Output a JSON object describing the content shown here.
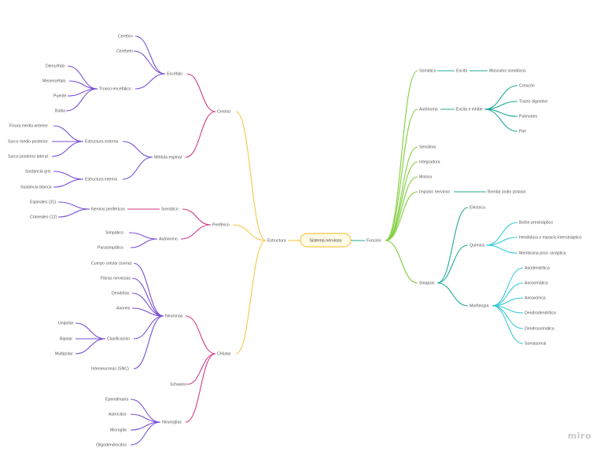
{
  "watermark": "miro",
  "colors": {
    "yellow": "#f2c84b",
    "magenta": "#cf3b8f",
    "purple": "#7a4fd6",
    "green": "#7fcf3a",
    "teal": "#22a99a",
    "cyan": "#38c9d6"
  },
  "map": {
    "root": "Sistema nervioso",
    "estructura": {
      "label": "Estructura",
      "central": {
        "label": "Central",
        "encefalo": {
          "label": "Encéfalo",
          "items": [
            "Cerebro",
            "Cerebelo"
          ],
          "tronco": {
            "label": "Tronco encefálico",
            "items": [
              "Diencéfalo",
              "Mesencéfalo",
              "Puente",
              "Bulbo"
            ]
          }
        },
        "medula": {
          "label": "Médula espinal",
          "externa": {
            "label": "Estructura externa",
            "items": [
              "Fisura media anterior",
              "Surco medio posterior",
              "Surco posterior lateral"
            ]
          },
          "interna": {
            "label": "Estructura interna",
            "items": [
              "Sustancia gris",
              "Sustancia blanca"
            ]
          }
        }
      },
      "periferico": {
        "label": "Periférico",
        "somatico": {
          "label": "Somático",
          "nervios": {
            "label": "Nervios periféricos",
            "items": [
              "Espinales (31)",
              "Craneales (12)"
            ]
          }
        },
        "autonomo": {
          "label": "Autónomo",
          "items": [
            "Simpático",
            "Parasimpático"
          ]
        }
      },
      "celulas": {
        "label": "Células",
        "neuronas": {
          "label": "Neuronas",
          "items": [
            "Cuerpo celular (soma)",
            "Fibras nerviosas",
            "Dendritas",
            "Axones"
          ],
          "clasificacion": {
            "label": "Clasificación",
            "items": [
              "Unipolar",
              "Bipolar",
              "Multipolar"
            ]
          },
          "extra": "Interneuronas (SNC)"
        },
        "schwann": "Schwann",
        "neuroglias": {
          "label": "Neuroglias",
          "items": [
            "Ependimaria",
            "Astrocitos",
            "Microglia",
            "Oligodendrocitos"
          ]
        }
      }
    },
    "funcion": {
      "label": "Función",
      "somatico": {
        "label": "Somático",
        "excita": "Excita",
        "target": "Músculos somáticos"
      },
      "autonomo": {
        "label": "Autónomo",
        "excita": "Excita e inhibe",
        "items": [
          "Corazón",
          "Tracto digestivo",
          "Pulmones",
          "Piel"
        ]
      },
      "items": [
        "Sensitiva",
        "Integradora",
        "Motora"
      ],
      "impulso": {
        "label": "Impulso nervioso",
        "target": "Bomba sodio potasio"
      },
      "sinapsis": {
        "label": "Sinapsis",
        "electrica": "Eléctrica",
        "quimica": {
          "label": "Química",
          "items": [
            "Botón presináptico",
            "Hendidura o espacio intersináptico",
            "Membrana post- sináptica"
          ]
        },
        "morfologia": {
          "label": "Morfología",
          "items": [
            "Axodendrítica",
            "Axosomática",
            "Axoaxónica",
            "Dendrodendrítica",
            "Dendrosomática",
            "Somasomal"
          ]
        }
      }
    }
  }
}
